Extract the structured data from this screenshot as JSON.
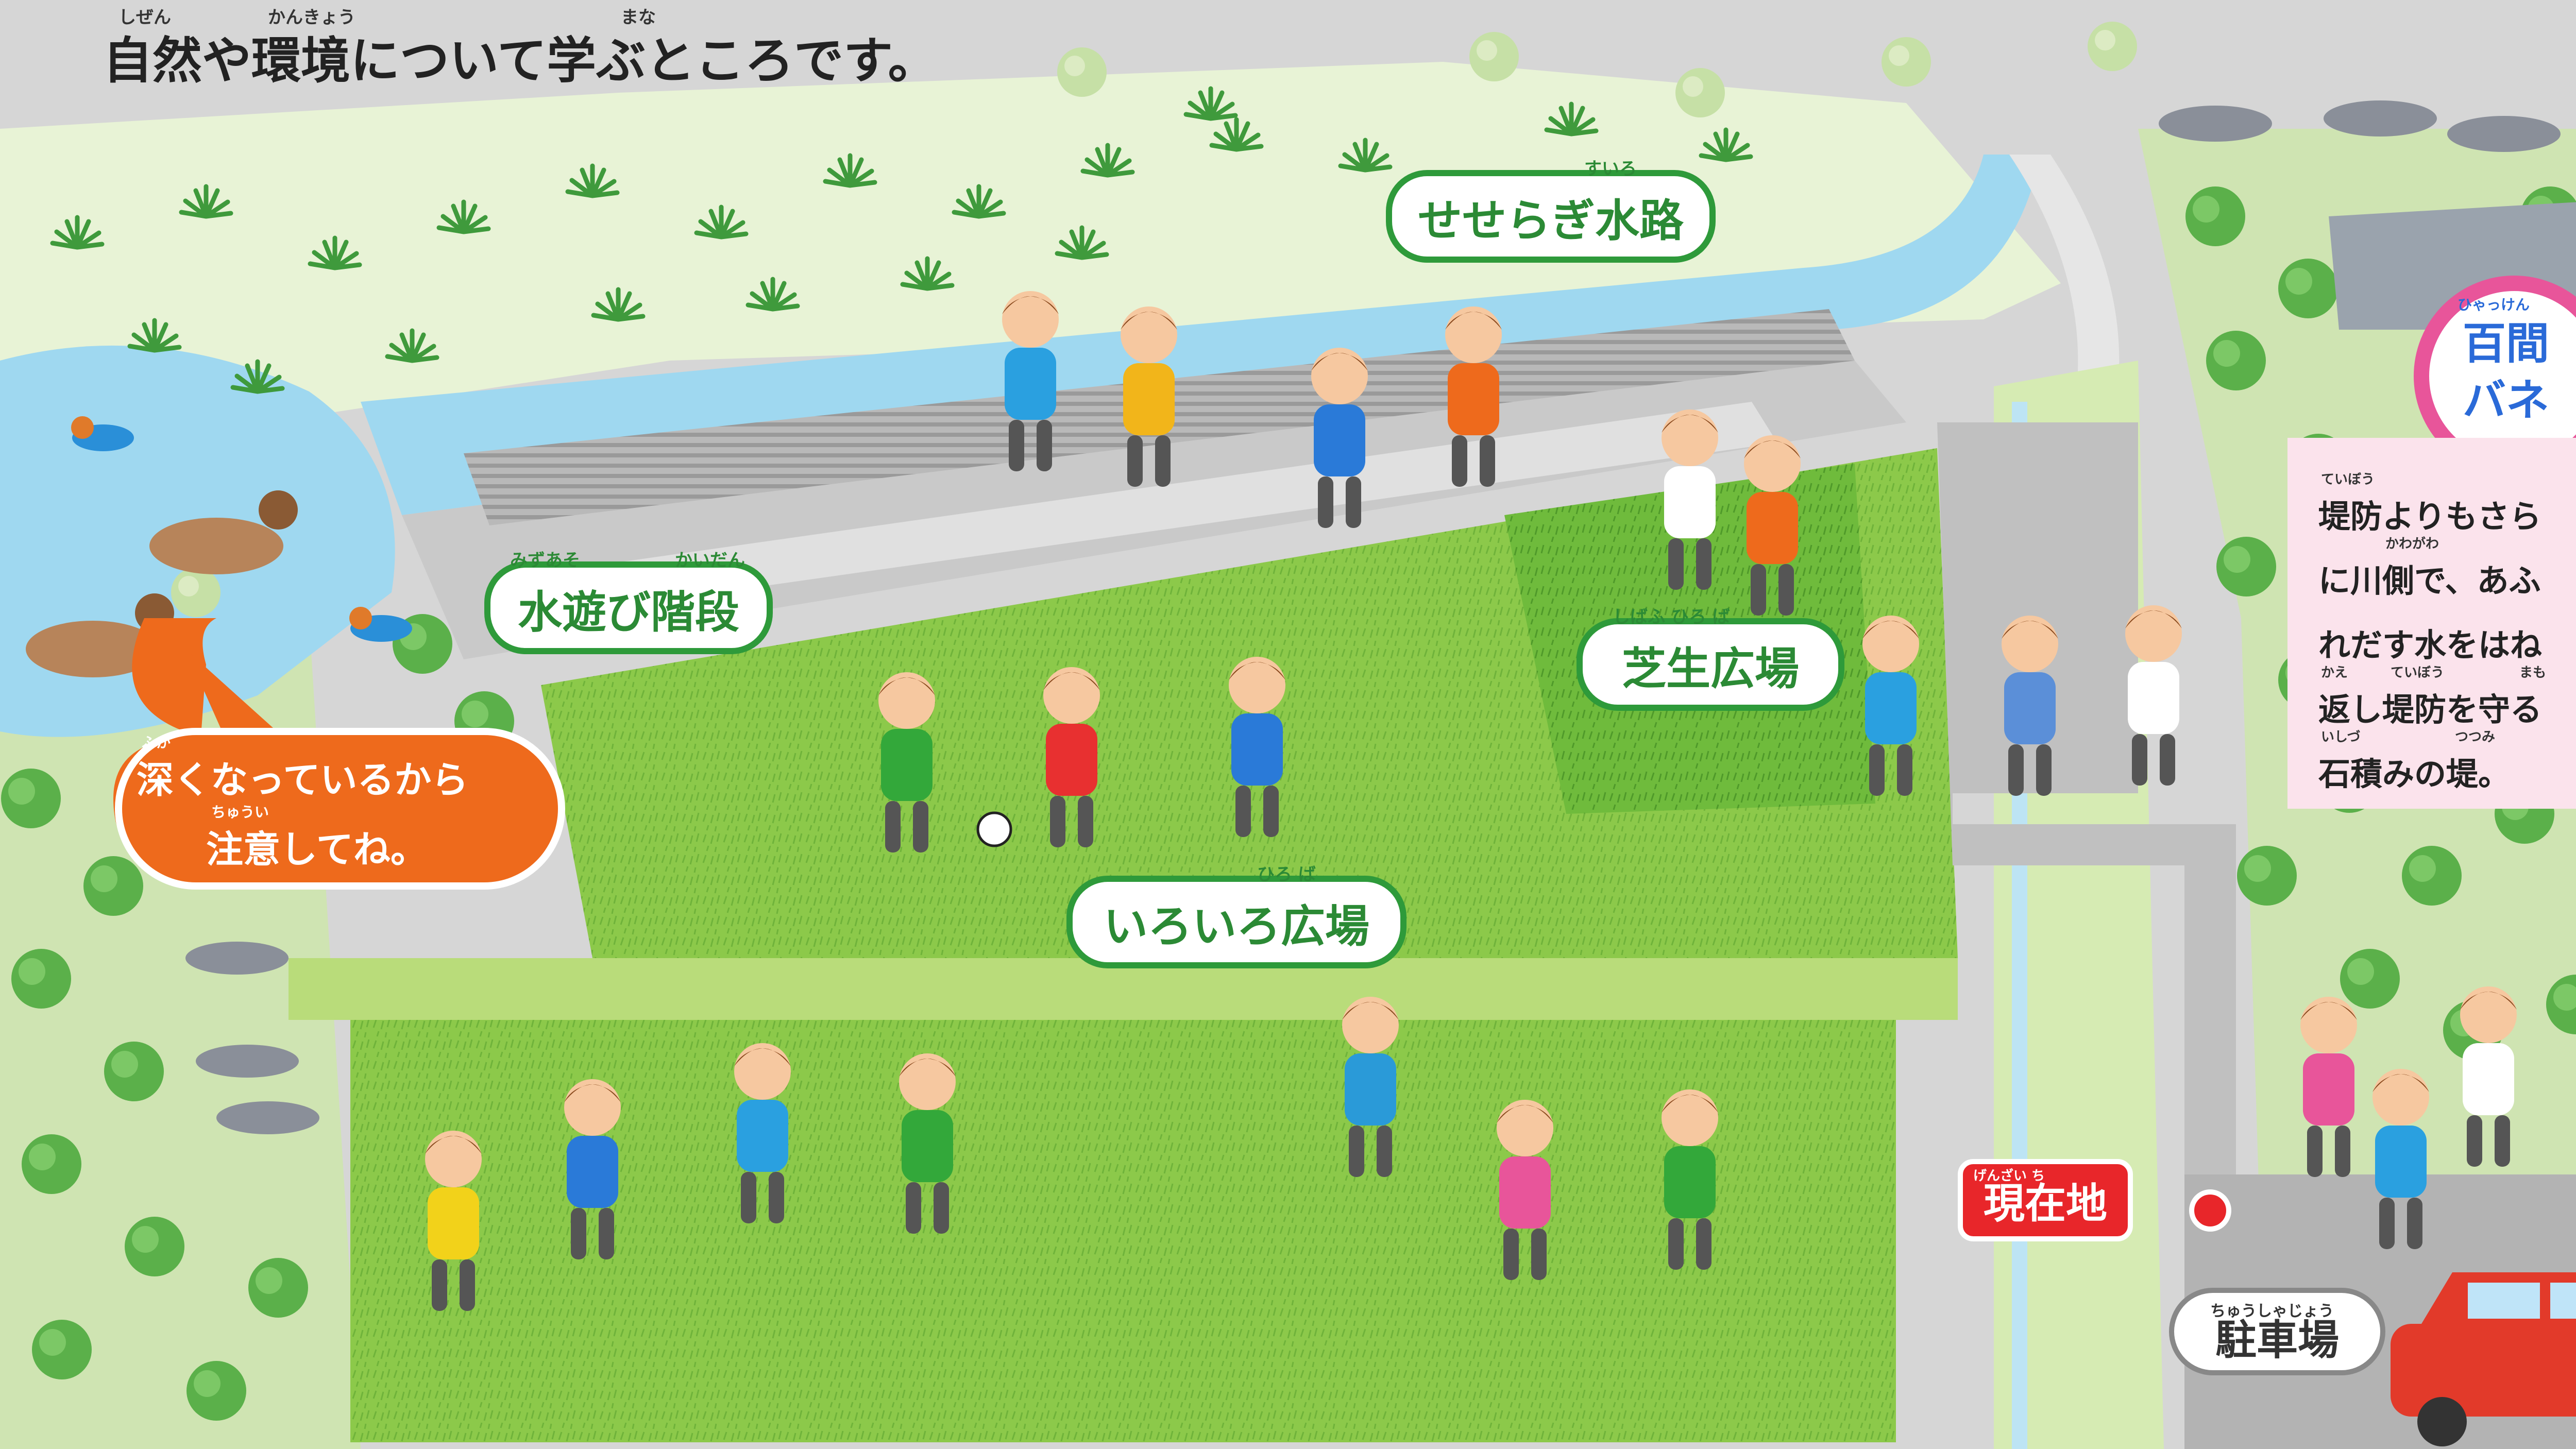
{
  "header": {
    "text": "自然や環境について学ぶところです。",
    "ruby": {
      "shizen": "しぜん",
      "kankyou": "かんきょう",
      "mana": "まな"
    }
  },
  "areas": {
    "seseragi": {
      "label": "せせらぎ水路",
      "ruby": "すいろ"
    },
    "mizuasobi": {
      "label": "水遊び階段",
      "ruby1": "みずあそ",
      "ruby2": "かいだん"
    },
    "shibafu": {
      "label": "芝生広場",
      "ruby": "しばふ ひろ ば"
    },
    "iroiro": {
      "label": "いろいろ広場",
      "ruby": "ひろ ば"
    }
  },
  "warning": {
    "line1": "深くなっているから",
    "line2": "注意してね。",
    "ruby1": "ふか",
    "ruby2": "ちゅうい"
  },
  "hyakken": {
    "title1": "百間",
    "title2": "バネ",
    "ruby": "ひゃっけん",
    "desc": [
      "堤防よりもさら",
      "に川側で、あふ",
      "れだす水をはね",
      "返し堤防を守る",
      "石積みの堤。"
    ],
    "desc_ruby": {
      "teibou": "ていぼう",
      "kawagawa": "かわがわ",
      "kae": "かえ",
      "teibou2": "ていぼう",
      "mamo": "まも",
      "ishi": "いしづ",
      "tsutsumi": "つつみ"
    }
  },
  "current": {
    "label": "現在地",
    "ruby": "げんざい ち"
  },
  "parking": {
    "label": "駐車場",
    "ruby": "ちゅうしゃじょう"
  },
  "colors": {
    "grass": "#8fcf4a",
    "grass_dark": "#5aad2e",
    "water": "#9fd8f0",
    "road": "#c8c8c8",
    "forest": "#c6e3a8",
    "green_label": "#2e9a3a",
    "warning_orange": "#ee6a1c",
    "red": "#e8262a",
    "pink": "#e8559a",
    "pink_bg": "#fbe3ec"
  }
}
